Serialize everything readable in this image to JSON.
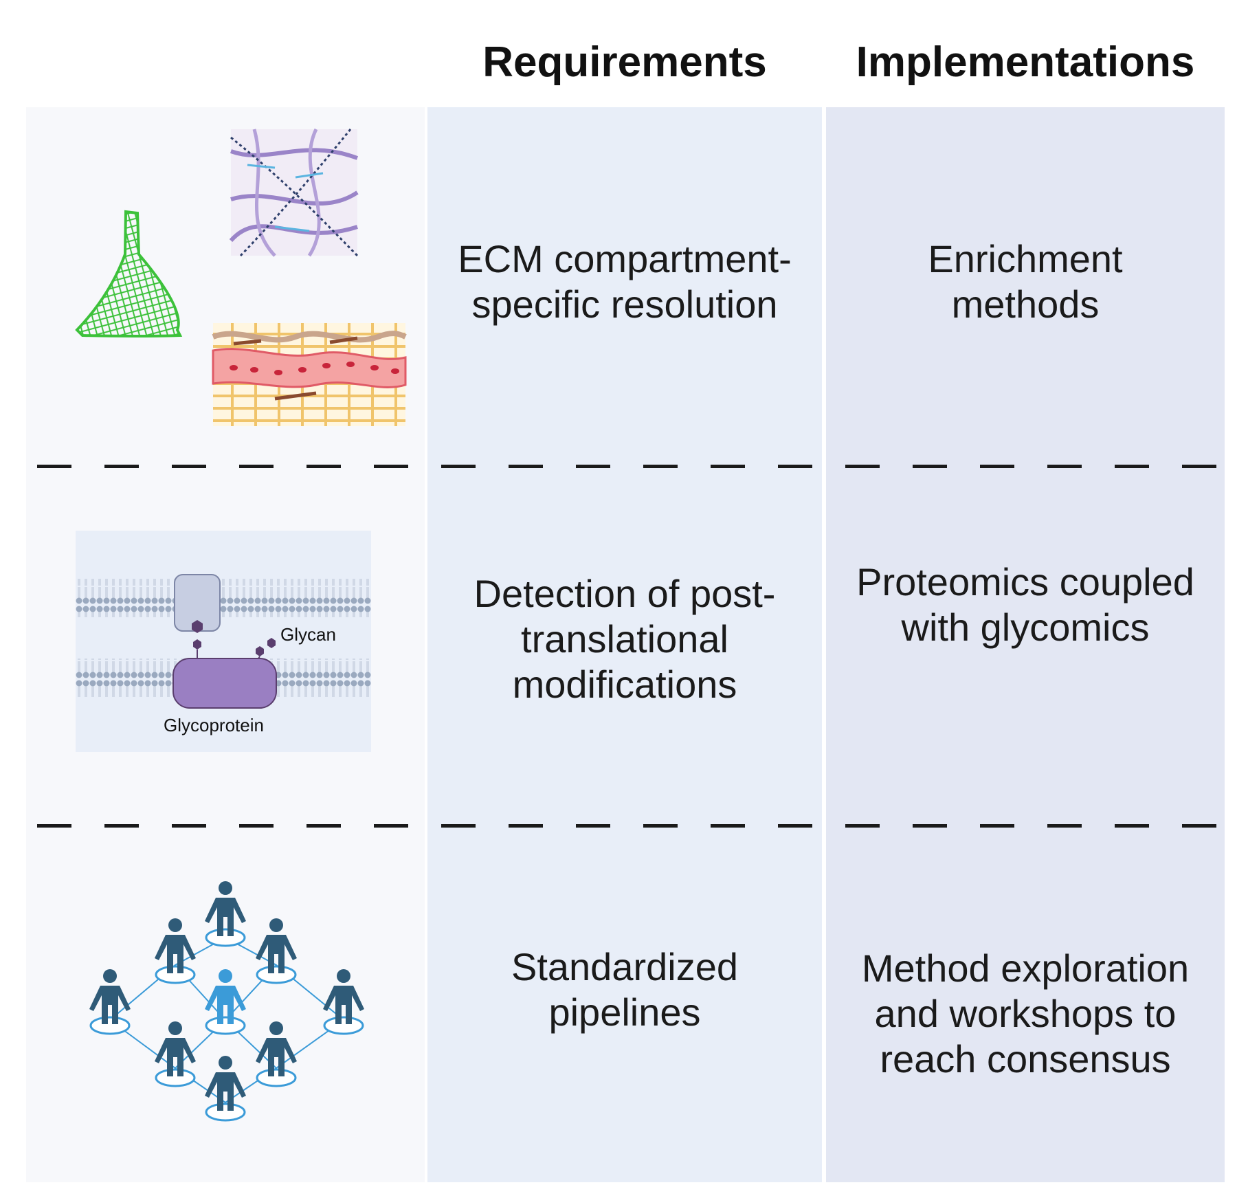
{
  "headers": {
    "requirements": "Requirements",
    "implementations": "Implementations"
  },
  "rows": [
    {
      "requirement": "ECM compartment-\nspecific resolution",
      "implementation": "Enrichment\nmethods"
    },
    {
      "requirement": "Detection of post-\ntranslational\nmodifications",
      "implementation": "Proteomics coupled\nwith glycomics"
    },
    {
      "requirement": "Standardized\npipelines",
      "implementation": "Method exploration\nand workshops to\nreach consensus"
    }
  ],
  "illustrations": {
    "glycan_label": "Glycan",
    "glycoprotein_label": "Glycoprotein"
  },
  "colors": {
    "col_left": "#f7f8fb",
    "col_mid": "#e8eef8",
    "col_right": "#e3e7f3",
    "mesh_green": "#3cc13a",
    "fiber_purple": "#9a84c8",
    "vessel_red": "#e05a66",
    "people_dark": "#2f5b78",
    "people_accent": "#3b9bd8"
  }
}
